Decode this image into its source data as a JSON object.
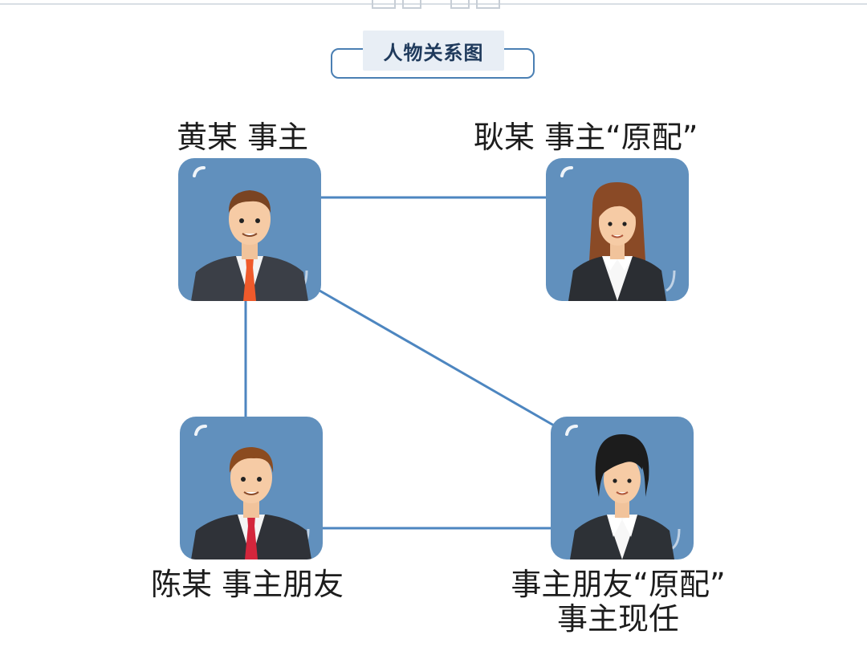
{
  "title": "人物关系图",
  "colors": {
    "line": "#4d86c0",
    "card": "#6190bd",
    "frame": "#4a7fb3",
    "title_text": "#1f3a5c",
    "suit": "#3b3f47",
    "tie_orange": "#ef5a2b",
    "tie_red": "#d4263c"
  },
  "people": [
    {
      "id": "huang",
      "label": "黄某 事主",
      "avatar": "man-orange-tie-icon"
    },
    {
      "id": "geng",
      "label": "耿某 事主“原配”",
      "avatar": "woman-long-hair-icon"
    },
    {
      "id": "chen",
      "label": "陈某 事主朋友",
      "avatar": "man-red-tie-icon"
    },
    {
      "id": "friend_wife",
      "label_line1": "事主朋友“原配”",
      "label_line2": "事主现任",
      "avatar": "woman-short-hair-icon"
    }
  ]
}
